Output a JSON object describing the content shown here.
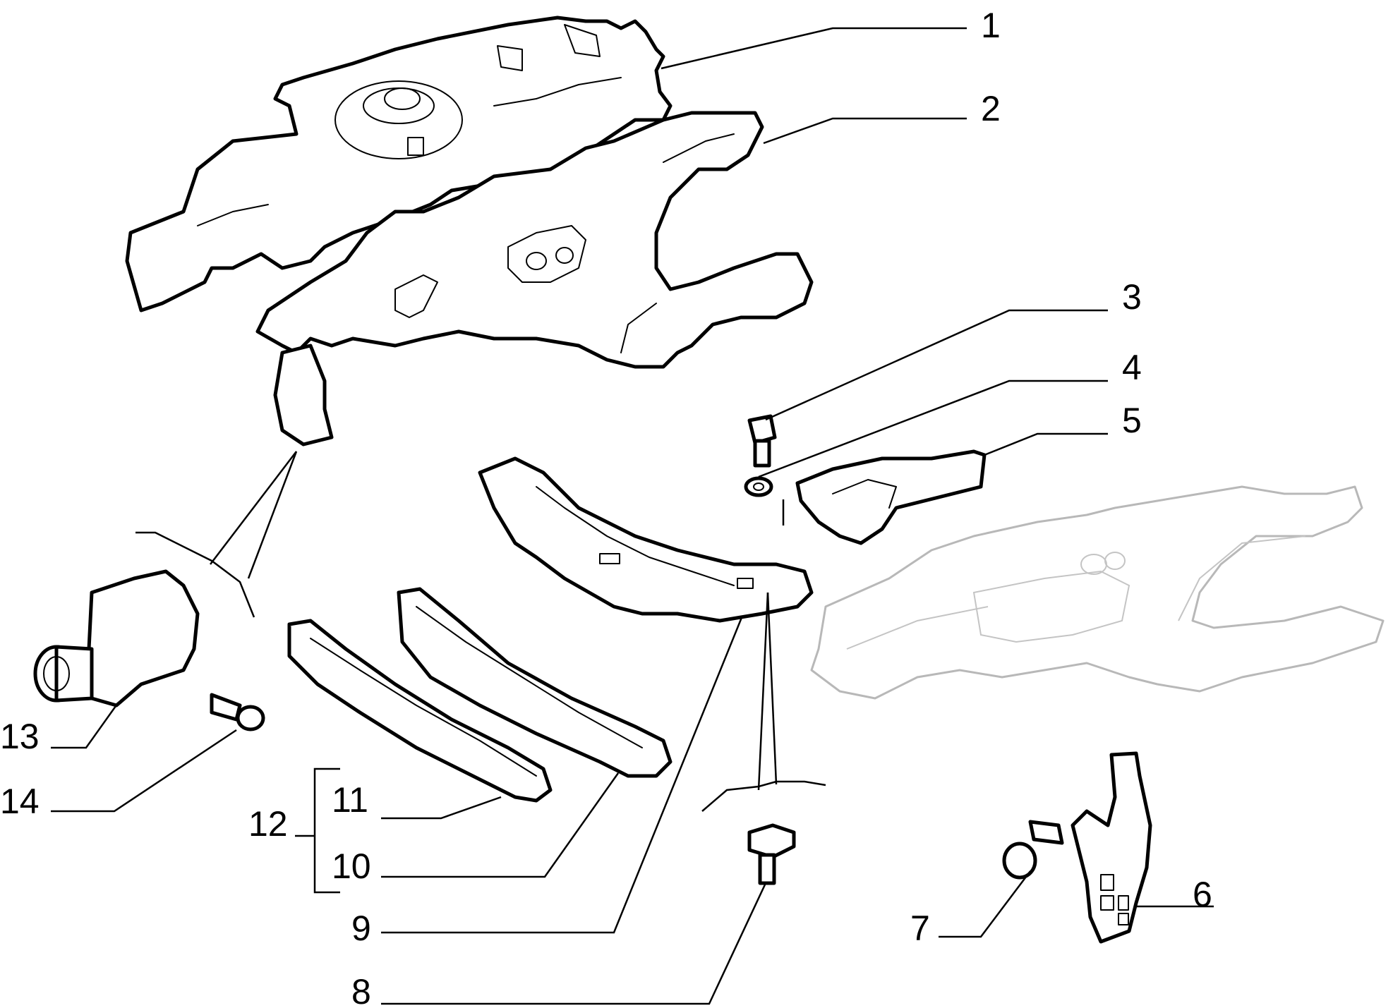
{
  "diagram": {
    "callouts": [
      {
        "id": "1",
        "label": "1"
      },
      {
        "id": "2",
        "label": "2"
      },
      {
        "id": "3",
        "label": "3"
      },
      {
        "id": "4",
        "label": "4"
      },
      {
        "id": "5",
        "label": "5"
      },
      {
        "id": "6",
        "label": "6"
      },
      {
        "id": "7",
        "label": "7"
      },
      {
        "id": "8",
        "label": "8"
      },
      {
        "id": "9",
        "label": "9"
      },
      {
        "id": "10",
        "label": "10"
      },
      {
        "id": "11",
        "label": "11"
      },
      {
        "id": "12",
        "label": "12"
      },
      {
        "id": "13",
        "label": "13"
      },
      {
        "id": "14",
        "label": "14"
      }
    ],
    "colors": {
      "line": "#000000",
      "ghost": "#b8b8b8",
      "background": "#ffffff"
    }
  }
}
